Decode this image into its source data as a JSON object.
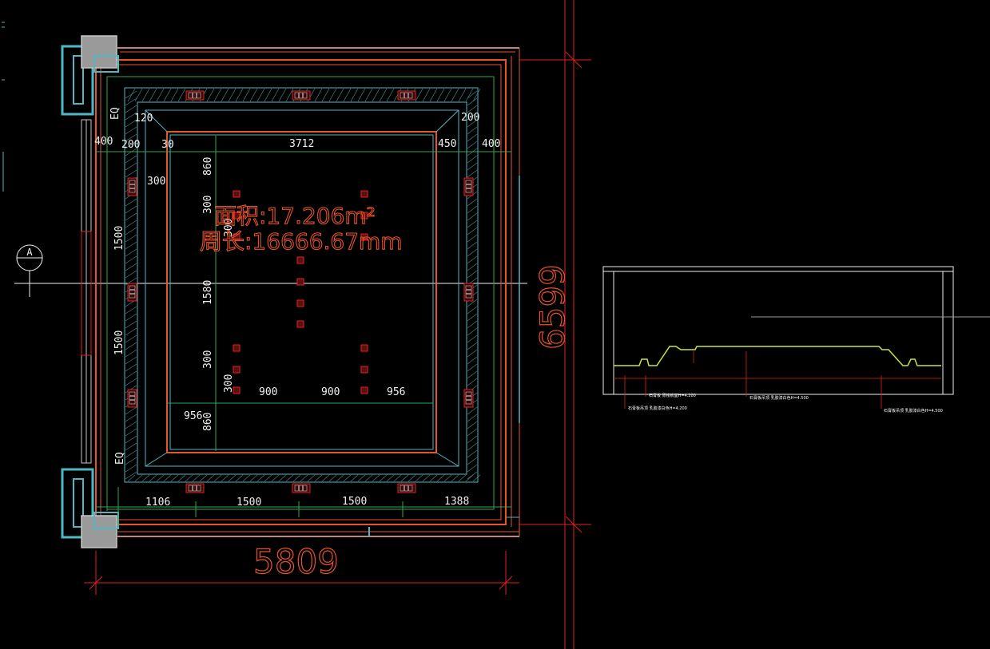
{
  "drawing": {
    "overall_width": "5809",
    "overall_height": "6599",
    "area_label": "面积:17.206m²",
    "perimeter_label": "周长:16666.67mm",
    "section_marker": "A"
  },
  "dims": {
    "top_row": [
      "400",
      "200",
      "30",
      "3712",
      "450",
      "400"
    ],
    "corner_left": "120",
    "corner_right": "200",
    "left_eq_top": "EQ",
    "left_eq_bottom": "EQ",
    "left_col": [
      "1500",
      "1500"
    ],
    "left_300": "300",
    "inner_col": [
      "860",
      "300",
      "300",
      "1580",
      "300",
      "300",
      "860"
    ],
    "bottom_inner": [
      "900",
      "900",
      "956"
    ],
    "bottom_left_956": "956",
    "bottom_row": [
      "1106",
      "1500",
      "1500",
      "1388"
    ]
  },
  "colors": {
    "background": "#000000",
    "wall": "#e8532b",
    "cyan": "#4fb8c4",
    "green": "#2fa84f",
    "white": "#f0f0f0",
    "red": "#e02020",
    "yellow_green": "#c8e632",
    "grey": "#9a9a9a"
  },
  "section_notes": {
    "n1": "石膏板 原楼板面H=4.200",
    "n2": "石膏板吊顶 乳胶漆白色H=4.200",
    "n3": "石膏板吊顶 乳胶漆白色H=4.500",
    "n4": "石膏板吊顶 乳胶漆白色H=4.500"
  }
}
